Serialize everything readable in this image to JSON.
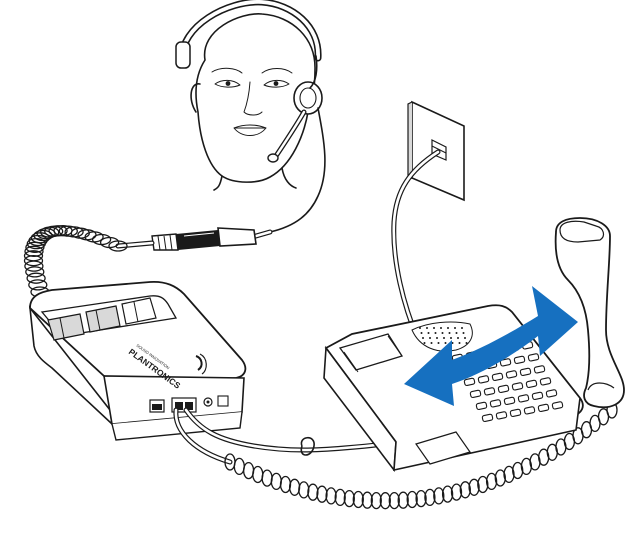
{
  "amplifier": {
    "brand": "PLANTRONICS",
    "model": "SOUND INNOVATION"
  },
  "colors": {
    "arrow": "#1670c0",
    "outline": "#1a1a1a",
    "shade": "#d9d9d9",
    "background": "#ffffff"
  },
  "icons": [
    "headset",
    "wall-jack",
    "amplifier",
    "desk-phone",
    "handset",
    "double-headed-arrow",
    "coiled-cord"
  ]
}
